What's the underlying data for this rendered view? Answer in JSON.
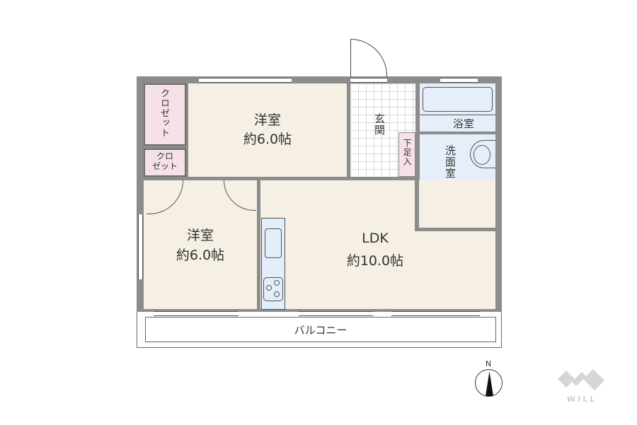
{
  "floorplan": {
    "rooms": {
      "western_room_1": {
        "name": "洋室",
        "size": "約6.0帖"
      },
      "western_room_2": {
        "name": "洋室",
        "size": "約6.0帖"
      },
      "ldk": {
        "name": "LDK",
        "size": "約10.0帖"
      },
      "entrance": {
        "name": "玄関"
      },
      "shoe_box": {
        "name": "下足入"
      },
      "bathroom": {
        "name": "浴室"
      },
      "washroom": {
        "name": "洗面室"
      },
      "closet_large": {
        "name": "クロゼット"
      },
      "closet_small": {
        "name": "クロゼット",
        "line1": "クロ",
        "line2": "ゼット"
      },
      "balcony": {
        "name": "バルコニー"
      }
    },
    "compass": {
      "label": "N"
    },
    "logo": {
      "text": "WILL"
    },
    "colors": {
      "wall": "#8c8c8c",
      "room_floor": "#f5efe4",
      "closet": "#f6e2e6",
      "wet_area": "#e6eef9",
      "logo": "#d0d0d0"
    }
  }
}
